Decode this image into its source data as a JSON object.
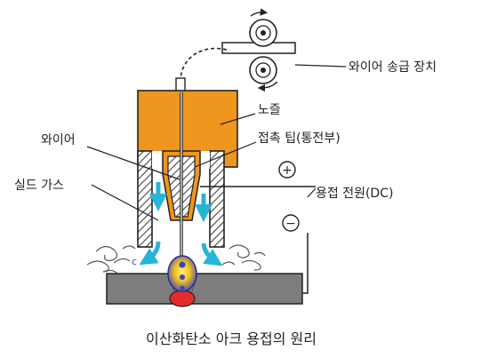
{
  "diagram": {
    "caption": "이산화탄소 아크 용접의 원리",
    "labels": {
      "wire_feeder": "와이어 송급 장치",
      "nozzle": "노즐",
      "wire": "와이어",
      "contact_tip": "접촉 팁(통전부)",
      "shield_gas": "실드 가스",
      "power_source": "용접 전원(DC)",
      "positive": "+",
      "negative": "−"
    },
    "colors": {
      "nozzle": "#f0951d",
      "gas_arrow": "#27b4d8",
      "base_metal": "#7d7d7d",
      "line": "#222222",
      "arc": "#3a3fd0",
      "weld_pool": "#e52b2b"
    }
  }
}
